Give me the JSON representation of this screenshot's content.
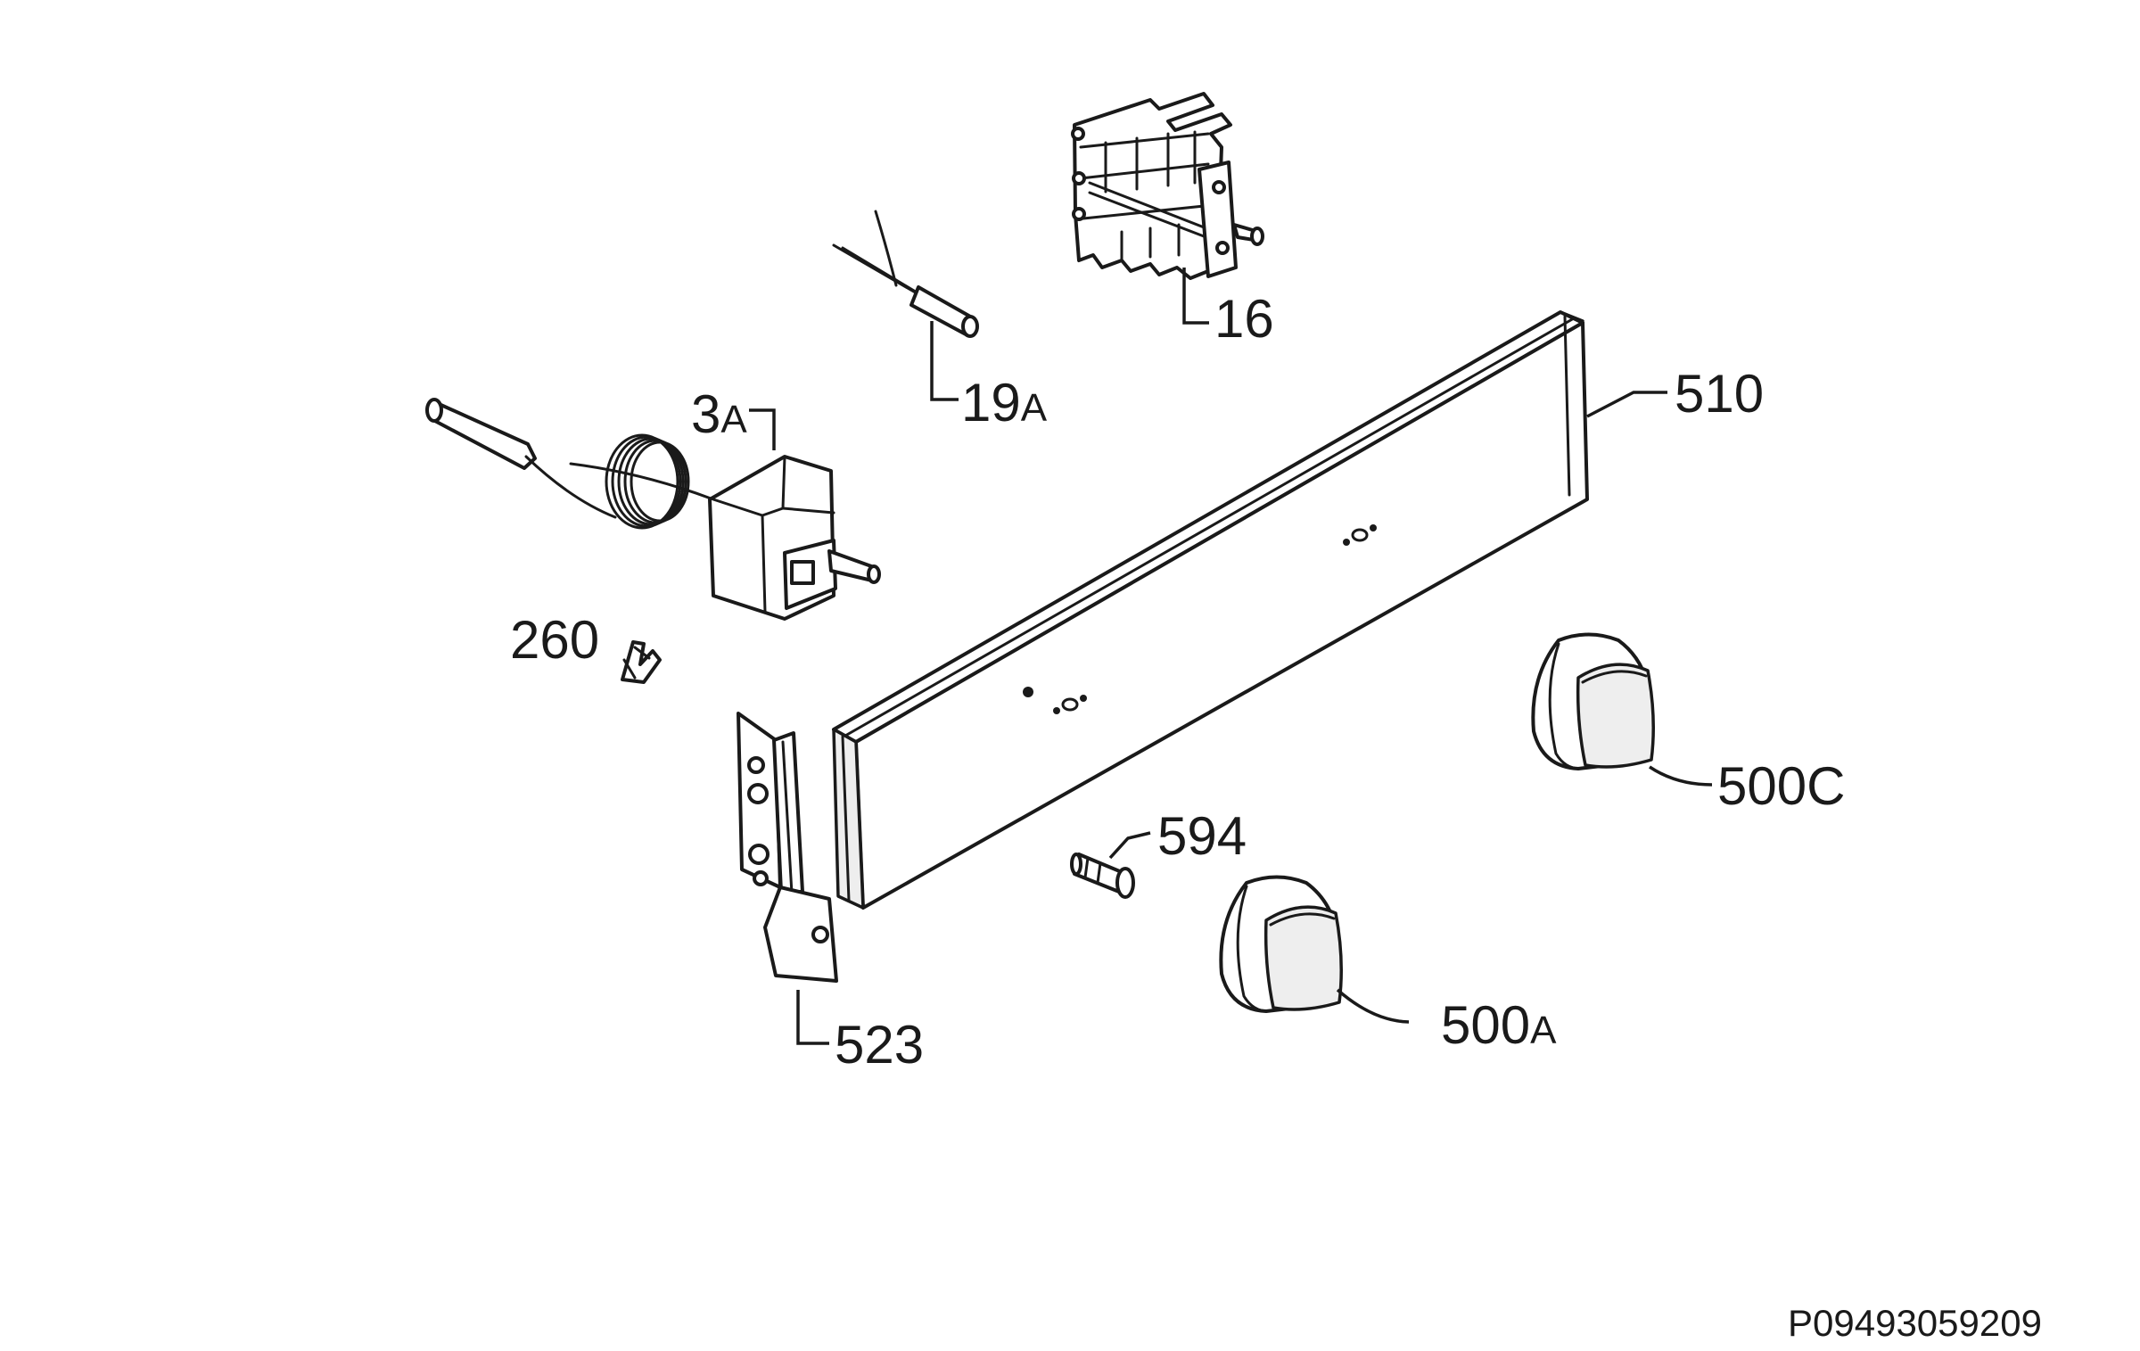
{
  "reference_code": "P09493059209",
  "parts": [
    {
      "id": "16",
      "main": "16",
      "suffix": ""
    },
    {
      "id": "19A",
      "main": "19",
      "suffix": "A"
    },
    {
      "id": "3A",
      "main": "3",
      "suffix": "A"
    },
    {
      "id": "510",
      "main": "510",
      "suffix": ""
    },
    {
      "id": "260",
      "main": "260",
      "suffix": ""
    },
    {
      "id": "500C",
      "main": "500C",
      "suffix": ""
    },
    {
      "id": "594",
      "main": "594",
      "suffix": ""
    },
    {
      "id": "500A",
      "main": "500",
      "suffix": "A"
    },
    {
      "id": "523",
      "main": "523",
      "suffix": ""
    }
  ]
}
